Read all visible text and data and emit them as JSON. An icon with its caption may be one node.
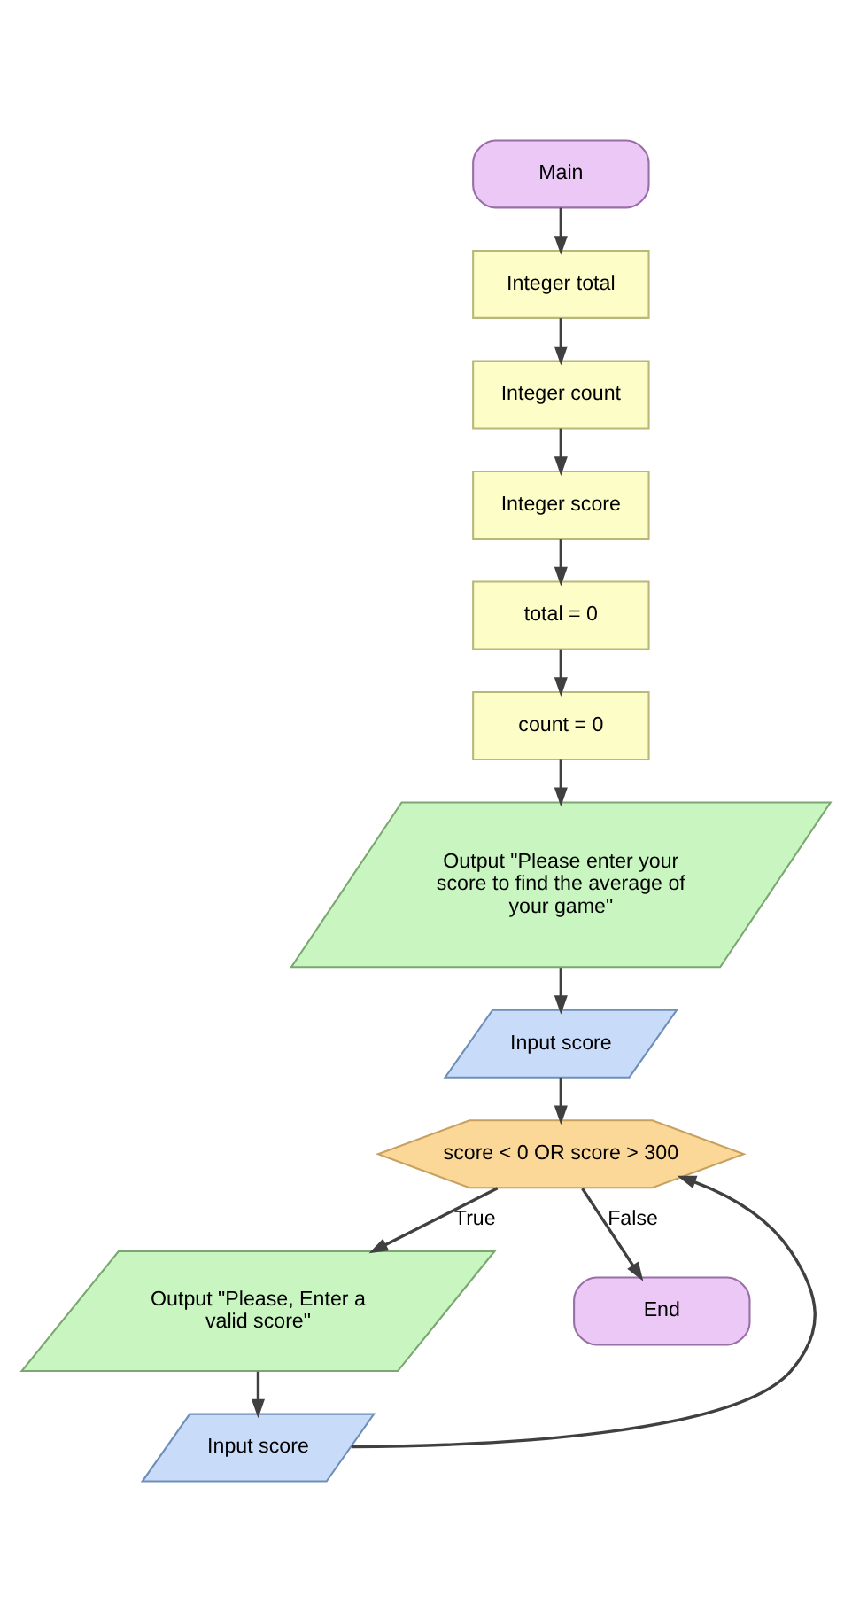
{
  "diagram": {
    "nodes": [
      {
        "text": [
          "Main"
        ]
      },
      {
        "text": [
          "Integer total"
        ]
      },
      {
        "text": [
          "Integer count"
        ]
      },
      {
        "text": [
          "Integer score"
        ]
      },
      {
        "text": [
          "total = 0"
        ]
      },
      {
        "text": [
          "count = 0"
        ]
      },
      {
        "text": [
          "Output \"Please enter your score to find the average of your game\""
        ]
      },
      {
        "text": [
          "Input score"
        ]
      },
      {
        "text": [
          "score < 0 OR score > 300"
        ]
      },
      {
        "text": [
          "Output \"Please, Enter a valid score\""
        ]
      },
      {
        "text": [
          "Input score"
        ]
      },
      {
        "text": [
          "End"
        ]
      }
    ],
    "edges": [
      {
        "from": 0,
        "to": 1,
        "arrow": "to"
      },
      {
        "from": 1,
        "to": 2,
        "arrow": "to"
      },
      {
        "from": 2,
        "to": 3,
        "arrow": "to"
      },
      {
        "from": 3,
        "to": 4,
        "arrow": "to"
      },
      {
        "from": 4,
        "to": 5,
        "arrow": "to"
      },
      {
        "from": 5,
        "to": 6,
        "arrow": "to"
      },
      {
        "from": 6,
        "to": 7,
        "arrow": "to"
      },
      {
        "from": 7,
        "to": 8,
        "arrow": "to"
      },
      {
        "from": 8,
        "to": 9,
        "label": "True",
        "arrow": "to"
      },
      {
        "from": 9,
        "to": 10,
        "arrow": "to"
      },
      {
        "from": 10,
        "to": 8,
        "arrow": "to"
      },
      {
        "from": 8,
        "to": 11,
        "label": "False",
        "arrow": "to"
      }
    ]
  }
}
